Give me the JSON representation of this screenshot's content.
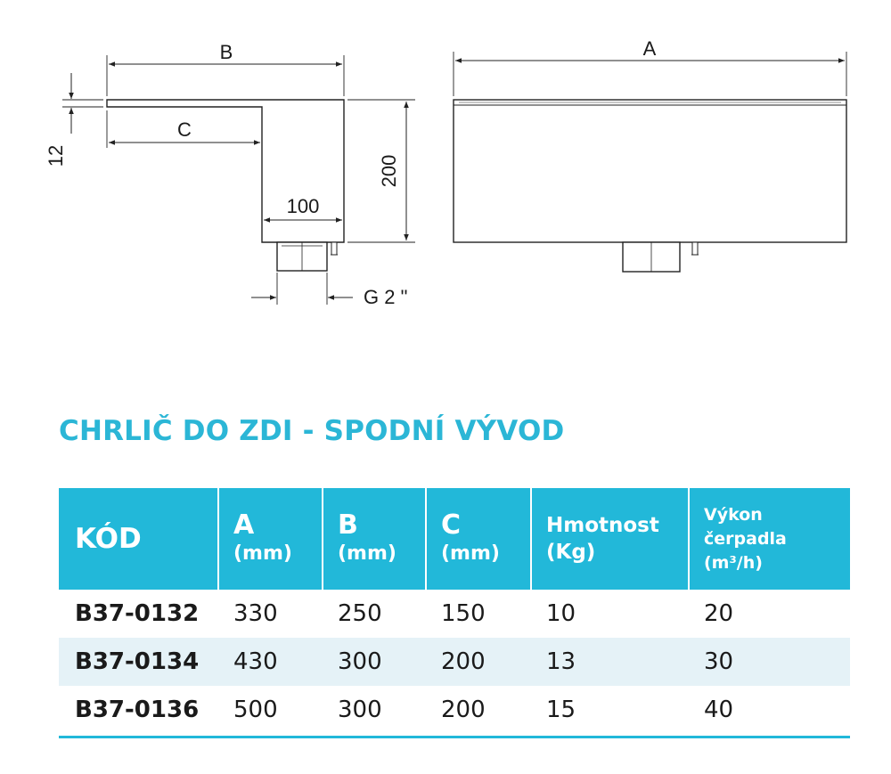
{
  "drawing": {
    "labels": {
      "dim_b": "B",
      "dim_c": "C",
      "dim_a": "A",
      "dim_12": "12",
      "dim_200": "200",
      "dim_100": "100",
      "thread": "G 2 \""
    }
  },
  "title": "CHRLIČ DO ZDI - SPODNÍ VÝVOD",
  "table": {
    "headers": {
      "code": "KÓD",
      "a": "A",
      "a_unit": "(mm)",
      "b": "B",
      "b_unit": "(mm)",
      "c": "C",
      "c_unit": "(mm)",
      "weight_1": "Hmotnost",
      "weight_2": "(Kg)",
      "pump_1": "Výkon",
      "pump_2": "čerpadla",
      "pump_3": "(m³/h)"
    },
    "rows": [
      {
        "code": "B37-0132",
        "a": "330",
        "b": "250",
        "c": "150",
        "weight": "10",
        "pump": "20"
      },
      {
        "code": "B37-0134",
        "a": "430",
        "b": "300",
        "c": "200",
        "weight": "13",
        "pump": "30"
      },
      {
        "code": "B37-0136",
        "a": "500",
        "b": "300",
        "c": "200",
        "weight": "15",
        "pump": "40"
      }
    ]
  },
  "colors": {
    "accent": "#22b8d9",
    "row_alt": "#e5f2f7"
  }
}
